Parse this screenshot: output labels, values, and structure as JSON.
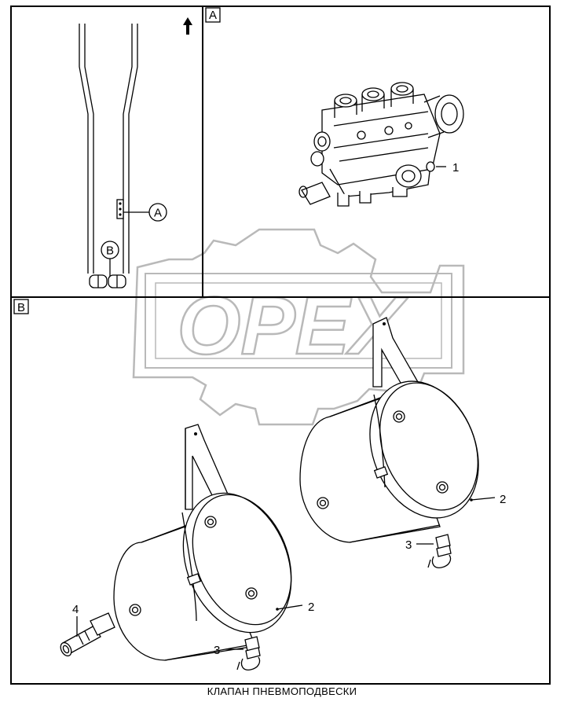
{
  "sections": {
    "a": {
      "label": "A"
    },
    "b": {
      "label": "B"
    }
  },
  "callouts": {
    "a": "A",
    "b": "B",
    "part_1": "1",
    "part_2_upper": "2",
    "part_2_lower": "2",
    "part_3_upper": "3",
    "part_3_lower": "3",
    "part_4": "4"
  },
  "watermark": {
    "text": "OPEX"
  },
  "caption": "КЛАПАН ПНЕВМОПОДВЕСКИ",
  "icons": [
    "direction-arrow-icon"
  ],
  "colors": {
    "line": "#000000",
    "watermark": "#b9b9b9",
    "background": "#ffffff"
  }
}
